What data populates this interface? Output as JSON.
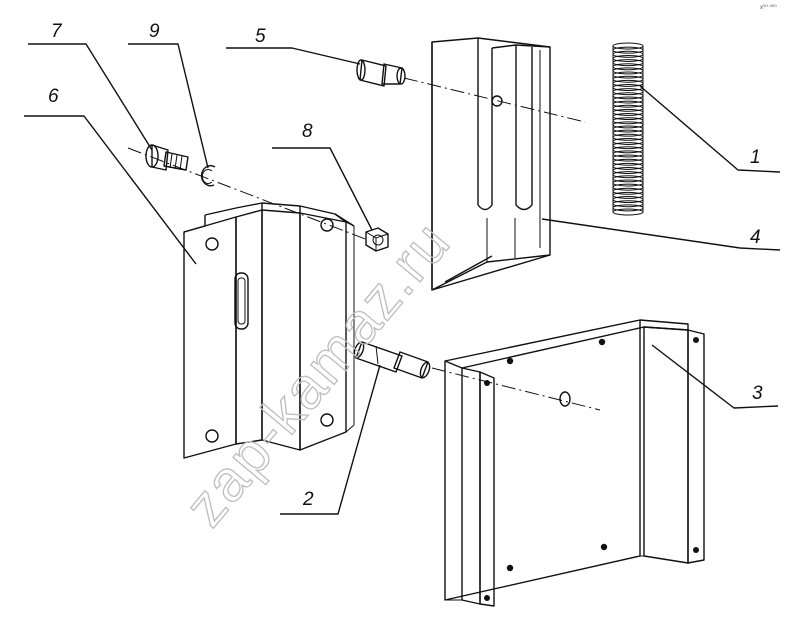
{
  "watermark": "zap-kamaz.ru",
  "corner_mark": "x⁰⁰ ⁰⁰⁰",
  "callouts": [
    {
      "id": "7",
      "text": "7"
    },
    {
      "id": "9",
      "text": "9"
    },
    {
      "id": "5",
      "text": "5"
    },
    {
      "id": "6",
      "text": "6"
    },
    {
      "id": "8",
      "text": "8"
    },
    {
      "id": "1",
      "text": "1"
    },
    {
      "id": "4",
      "text": "4"
    },
    {
      "id": "3",
      "text": "3"
    },
    {
      "id": "2",
      "text": "2"
    }
  ]
}
